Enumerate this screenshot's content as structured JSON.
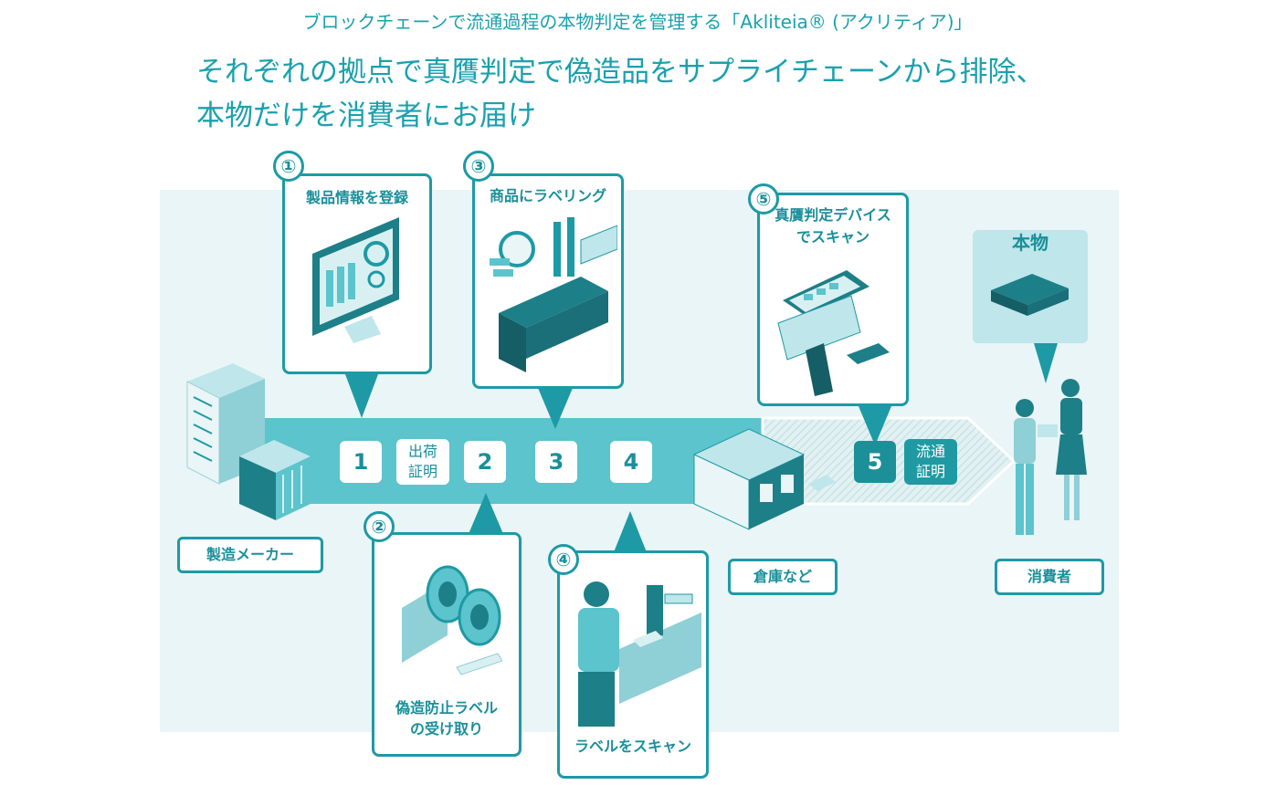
{
  "title": "ブロックチェーンで流通過程の本物判定を管理する「Akliteia® (アクリティア)」",
  "headline": {
    "line1": "それぞれの拠点で真贋判定で偽造品をサプライチェーンから排除、",
    "line2": "本物だけを消費者にお届け"
  },
  "steps": [
    {
      "num": "①",
      "label": "製品情報を登録"
    },
    {
      "num": "②",
      "label1": "偽造防止ラベル",
      "label2": "の受け取り"
    },
    {
      "num": "③",
      "label": "商品にラベリング"
    },
    {
      "num": "④",
      "label": "ラベルをスキャン"
    },
    {
      "num": "⑤",
      "label1": "真贋判定デバイス",
      "label2": "でスキャン"
    }
  ],
  "flow_chips": [
    "1",
    "2",
    "3",
    "4",
    "5"
  ],
  "shipping_cert": {
    "line1": "出荷",
    "line2": "証明"
  },
  "distribution_cert": {
    "line1": "流通",
    "line2": "証明"
  },
  "locations": {
    "manufacturer": "製造メーカー",
    "warehouse": "倉庫など",
    "consumer": "消費者"
  },
  "genuine_label": "本物",
  "colors": {
    "primary": "#1d9aa5",
    "dark": "#1d8f98",
    "light": "#e9f5f6",
    "arrow": "#5bc4cc"
  }
}
